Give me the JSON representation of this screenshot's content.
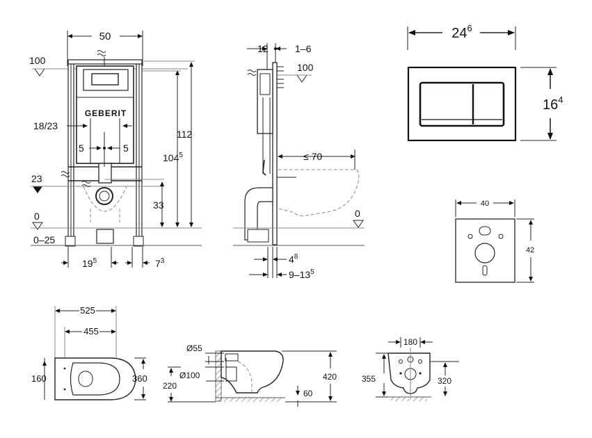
{
  "frame_front": {
    "width": "50",
    "height_total": "112",
    "height_bracket_base": "104",
    "height_bracket_sup": "5",
    "drain_height": "33",
    "spacing_left": "18/23",
    "offset_a": "5",
    "offset_b": "5",
    "level_top": "100",
    "level_mid": "23",
    "level_zero": "0",
    "floor_range": "0–25",
    "foot_left_base": "19",
    "foot_left_sup": "5",
    "foot_right_base": "7",
    "foot_right_sup": "3",
    "brand": "GEBERIT"
  },
  "frame_side": {
    "top_left": "12",
    "top_right": "1–6",
    "level_top": "100",
    "reach": "≤ 70",
    "level_zero": "0",
    "depth_a_base": "4",
    "depth_a_sup": "8",
    "depth_b_base": "9–13",
    "depth_b_sup": "5"
  },
  "flush_plate": {
    "width_base": "24",
    "width_sup": "6",
    "height_base": "16",
    "height_sup": "4"
  },
  "wall_plate": {
    "width": "40",
    "height": "42"
  },
  "bowl_top": {
    "length_outer": "525",
    "length_inner": "455",
    "width_left": "160",
    "width_right": "360"
  },
  "bowl_side": {
    "dia_top": "Ø55",
    "dia_outlet": "Ø100",
    "height_outlet": "220",
    "height_total": "420",
    "base": "60"
  },
  "bowl_rear": {
    "bolt_spacing": "180",
    "height_left": "355",
    "height_right": "320"
  }
}
